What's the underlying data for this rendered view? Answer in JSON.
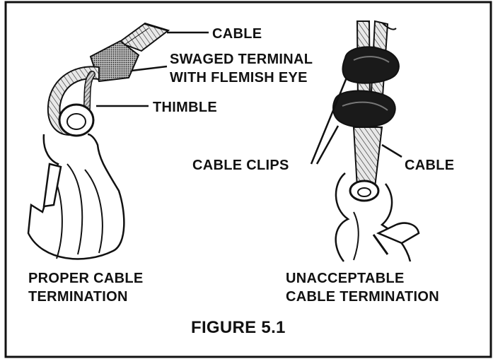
{
  "labels": {
    "left_cable": "CABLE",
    "swaged_line1": "SWAGED TERMINAL",
    "swaged_line2": "WITH FLEMISH EYE",
    "thimble": "THIMBLE",
    "cable_clips": "CABLE CLIPS",
    "right_cable": "CABLE",
    "proper_line1": "PROPER CABLE",
    "proper_line2": "TERMINATION",
    "unacceptable_line1": "UNACCEPTABLE",
    "unacceptable_line2": "CABLE TERMINATION",
    "figure_title": "FIGURE 5.1"
  },
  "colors": {
    "ink": "#111111",
    "paper": "#ffffff",
    "hatch": "#555555"
  }
}
